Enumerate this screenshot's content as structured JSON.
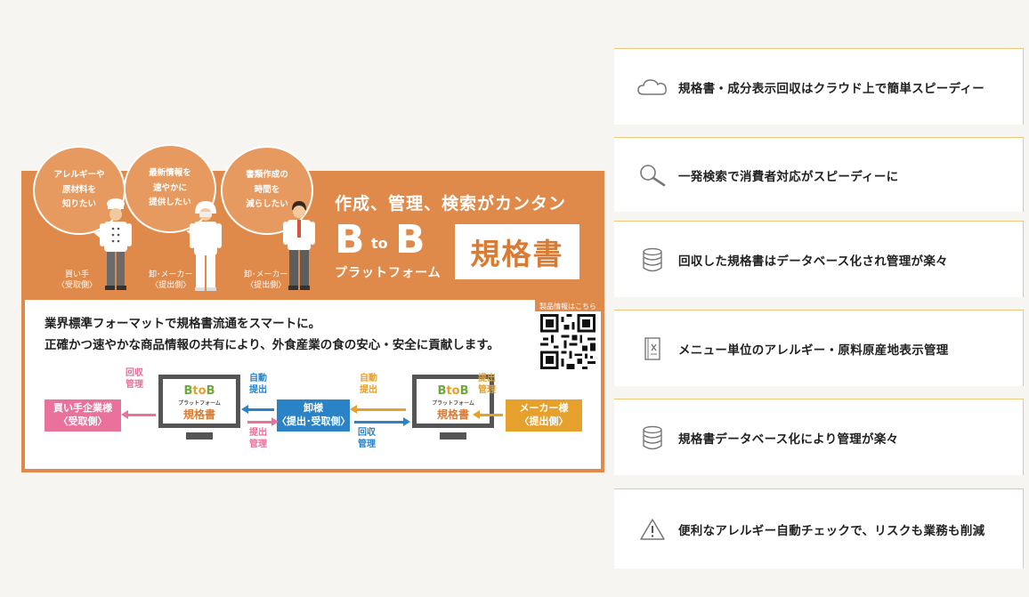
{
  "banner": {
    "bubbles": [
      "アレルギーや\n原材料を\n知りたい",
      "最新情報を\n速やかに\n提供したい",
      "書類作成の\n時間を\n減らしたい"
    ],
    "roles": [
      "買い手\n〈受取側〉",
      "卸･メーカー\n〈提出側〉",
      "卸･メーカー\n〈提出側〉"
    ],
    "catch": "作成、管理、検索がカンタン",
    "logo_b1": "B",
    "logo_to": "to",
    "logo_b2": "B",
    "logo_sub": "プラットフォーム",
    "kikaku": "規格書",
    "lead_line1": "業界標準フォーマットで規格書流通をスマートに。",
    "lead_line2": "正確かつ速やかな商品情報の共有により、外食産業の食の安心・安全に貢献します。",
    "qr_label": "製品情報はこちら",
    "flow": {
      "buyer": "買い手企業様\n〈受取側〉",
      "wholesale": "卸様\n〈提出･受取側〉",
      "maker": "メーカー様\n〈提出側〉",
      "label_kaishu_kanri_1": "回収\n管理",
      "label_jido_teishutsu_1": "自動\n提出",
      "label_teishutsu_kanri_1": "提出\n管理",
      "label_jido_teishutsu_2": "自動\n提出",
      "label_kaishu_kanri_2": "回収\n管理",
      "label_teishutsu_kanri_2": "提出\n管理",
      "monitor_logo_b1": "B",
      "monitor_logo_to": "to",
      "monitor_logo_b2": "B",
      "monitor_sub": "プラットフォーム",
      "monitor_title": "規格書"
    }
  },
  "features": [
    {
      "icon": "cloud-icon",
      "text": "規格書・成分表示回収はクラウド上で簡単スピーディー"
    },
    {
      "icon": "magnifier-icon",
      "text": "一発検索で消費者対応がスピーディーに"
    },
    {
      "icon": "database-icon",
      "text": "回収した規格書はデータベース化され管理が楽々"
    },
    {
      "icon": "menu-book-icon",
      "text": "メニュー単位のアレルギー・原料原産地表示管理"
    },
    {
      "icon": "database-icon",
      "text": "規格書データベース化により管理が楽々"
    },
    {
      "icon": "warning-icon",
      "text": "便利なアレルギー自動チェックで、リスクも業務も削減"
    }
  ],
  "colors": {
    "banner_orange": "#df8a4a",
    "pink": "#e8729b",
    "blue": "#2a83c6",
    "yellow": "#e6a02c",
    "border": "#f0c87c"
  }
}
